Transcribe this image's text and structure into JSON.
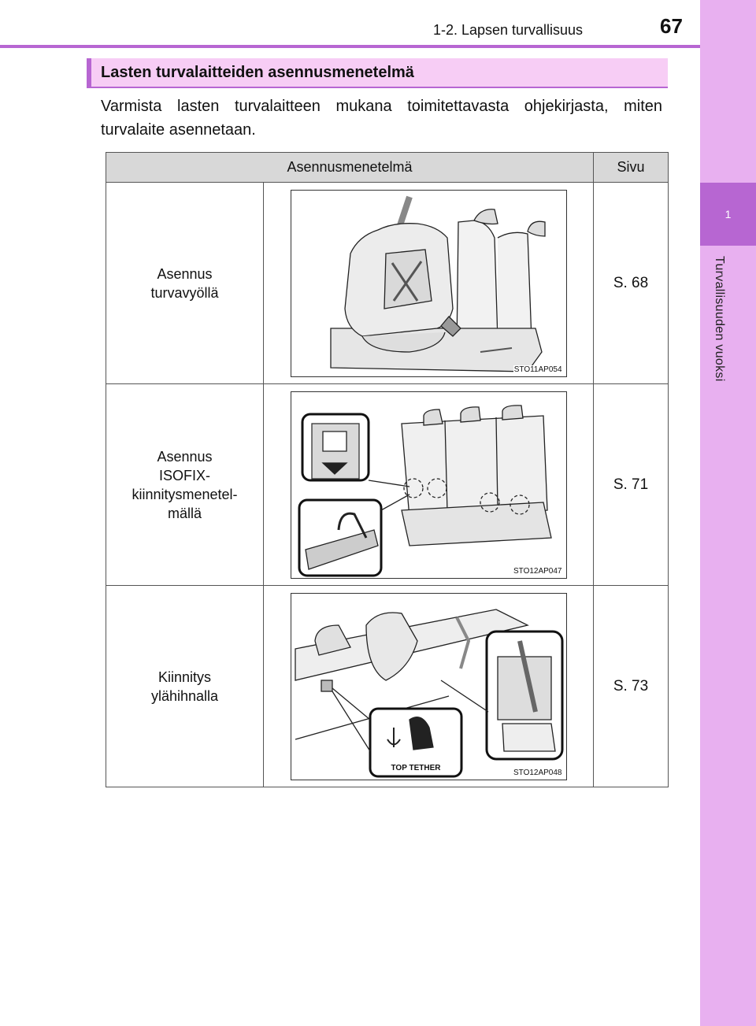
{
  "header": {
    "section_path": "1-2. Lapsen turvallisuus",
    "page_number": "67"
  },
  "side_tab": {
    "chapter": "1",
    "chapter_title": "Turvallisuuden vuoksi"
  },
  "section": {
    "title": "Lasten turvalaitteiden asennusmenetelmä",
    "intro": "Varmista lasten turvalaitteen mukana toimitettavasta ohjekirjasta, miten turvalaite asennetaan."
  },
  "table": {
    "headers": {
      "method": "Asennusmenetelmä",
      "page": "Sivu"
    },
    "rows": [
      {
        "label_lines": [
          "Asennus",
          "turvavyöllä"
        ],
        "figure_code": "STO11AP054",
        "page": "S. 68"
      },
      {
        "label_lines": [
          "Asennus",
          "ISOFIX-",
          "kiinnitysmenetel-",
          "mällä"
        ],
        "figure_code": "STO12AP047",
        "page": "S. 71"
      },
      {
        "label_lines": [
          "Kiinnitys",
          "ylähihnalla"
        ],
        "figure_code": "STO12AP048",
        "figure_text": "TOP TETHER",
        "page": "S. 73"
      }
    ]
  },
  "colors": {
    "accent": "#b766d2",
    "sidebar": "#e8b0f0",
    "section_bar": "#f7cdf5",
    "table_header": "#d8d8d8"
  }
}
